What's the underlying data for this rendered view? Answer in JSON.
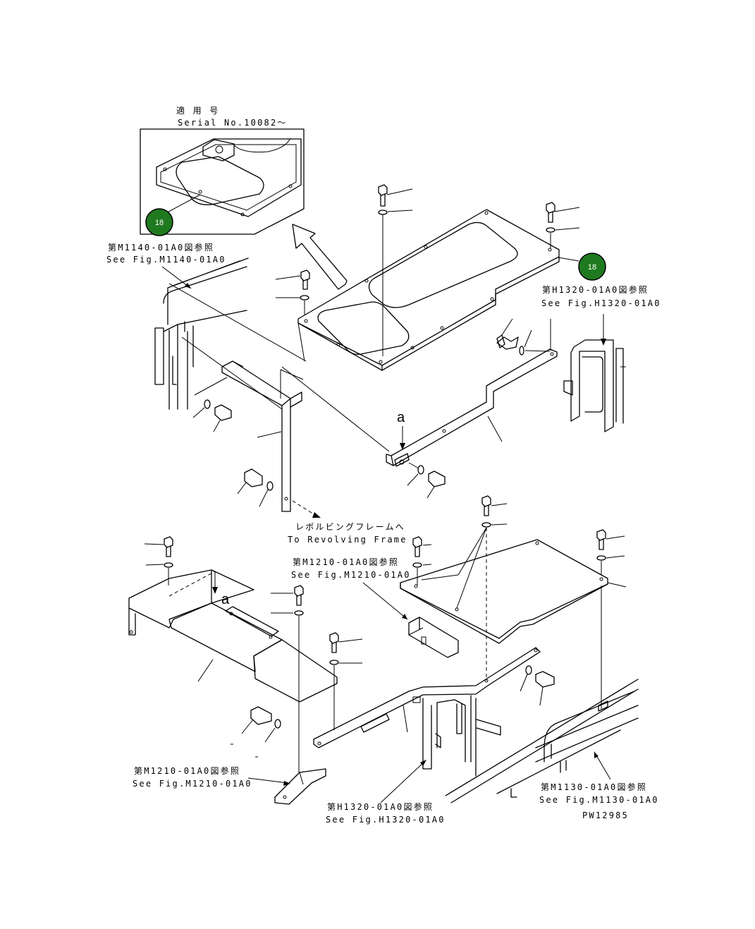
{
  "inset": {
    "heading_jp": "適 用 号",
    "serial": "Serial No.10082～"
  },
  "badges": [
    {
      "id": "inset-part",
      "number": "18"
    },
    {
      "id": "main-part",
      "number": "18"
    }
  ],
  "references": {
    "m1140": {
      "jp": "第M1140-01A0図参照",
      "en": "See Fig.M1140-01A0"
    },
    "h1320_top": {
      "jp": "第H1320-01A0図参照",
      "en": "See Fig.H1320-01A0"
    },
    "revolving": {
      "jp": "レボルビングフレームへ",
      "en": "To Revolving Frame"
    },
    "m1210_mid": {
      "jp": "第M1210-01A0図参照",
      "en": "See Fig.M1210-01A0"
    },
    "m1210_bottom": {
      "jp": "第M1210-01A0図参照",
      "en": "See Fig.M1210-01A0"
    },
    "h1320_bottom": {
      "jp": "第H1320-01A0図参照",
      "en": "See Fig.H1320-01A0"
    },
    "m1130": {
      "jp": "第M1130-01A0図参照",
      "en": "See Fig.M1130-01A0"
    }
  },
  "markers": {
    "view_a_top": "a",
    "view_a_bottom": "a"
  },
  "drawing_number": "PW12985",
  "colors": {
    "badge_fill": "#1f7a1f",
    "badge_stroke": "#000000",
    "line": "#000000",
    "background": "#ffffff"
  }
}
